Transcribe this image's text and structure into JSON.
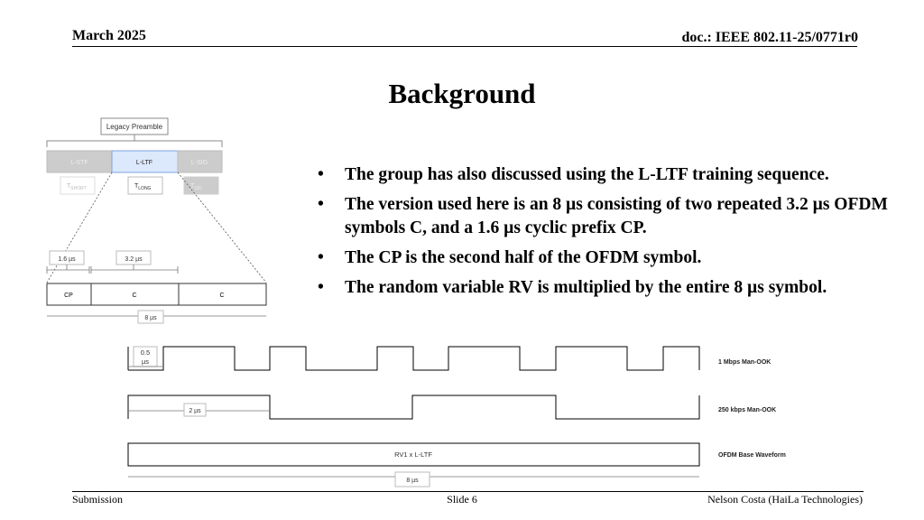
{
  "header": {
    "date": "March 2025",
    "doc_id": "doc.: IEEE 802.11-25/0771r0"
  },
  "slide": {
    "title": "Background",
    "bullets": [
      "The group has also discussed using the L-LTF training sequence.",
      "The version used here is an 8 µs consisting of  two repeated 3.2 µs OFDM symbols C, and a 1.6 µs cyclic prefix CP.",
      "The CP is the second half of the OFDM symbol.",
      "The random variable RV is multiplied by the entire 8 µs symbol."
    ]
  },
  "preamble_figure": {
    "label": "Legacy Preamble",
    "fields": [
      "L-STF",
      "L-LTF",
      "L-SIG"
    ],
    "times": [
      "T",
      "T",
      "T"
    ],
    "time_subs": [
      "SHORT",
      "LONG",
      "SIG"
    ],
    "segments": [
      "CP",
      "C",
      "C"
    ],
    "dim_cp": "1.6 µs",
    "dim_c": "3.2 µs",
    "dim_total": "8 µs"
  },
  "waveform_figure": {
    "row1_label": "1 Mbps Man-OOK",
    "row1_dim": "0.5",
    "row1_dim_unit": "µs",
    "row2_label": "250 kbps Man-OOK",
    "row2_dim": "2 µs",
    "row3_label": "OFDM Base Waveform",
    "row3_box": "RV1 x L-LTF",
    "row3_dim": "8 µs"
  },
  "footer": {
    "left": "Submission",
    "center": "Slide 6",
    "right": "Nelson Costa (HaiLa Technologies)"
  }
}
